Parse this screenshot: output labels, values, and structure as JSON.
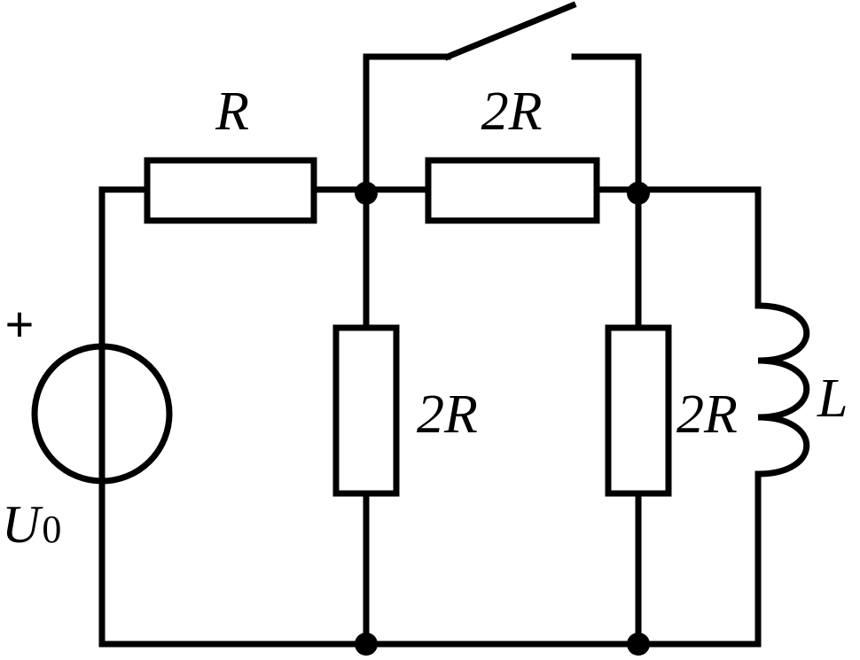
{
  "diagram": {
    "type": "circuit",
    "source": {
      "symbol": "U",
      "subscript": "0",
      "polarity": "+"
    },
    "series_resistor": {
      "label": "R"
    },
    "middle_resistor": {
      "label": "2R"
    },
    "left_shunt_resistor": {
      "label": "2R"
    },
    "right_shunt_resistor": {
      "label": "2R"
    },
    "inductor": {
      "label": "L"
    },
    "switch": {
      "state": "open"
    },
    "colors": {
      "line": "#000000",
      "background": "#ffffff"
    }
  }
}
